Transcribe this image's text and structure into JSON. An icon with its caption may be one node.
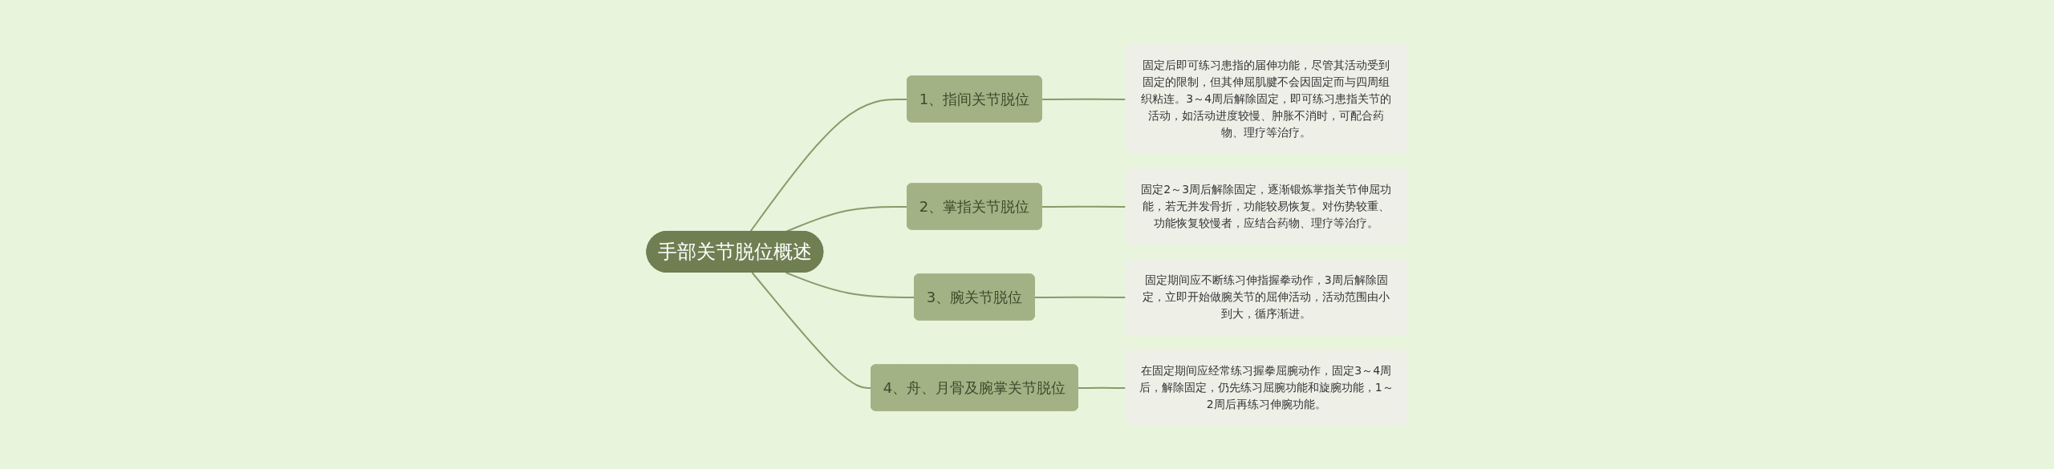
{
  "diagram": {
    "nodes": [
      {
        "text": [
          "手部关节脱位概述"
        ]
      },
      {
        "text": [
          "1、指间关节脱位"
        ]
      },
      {
        "text": [
          "固定后即可练习患指的届伸功能，尽管其活动受到固定的限制，但其伸屈肌腱不会因固定而与四周组织粘连。3～4周后解除固定，即可练习患指关节的活动，如活动进度较慢、肿胀不消时，可配合药物、理疗等治疗。"
        ]
      },
      {
        "text": [
          "2、掌指关节脱位"
        ]
      },
      {
        "text": [
          "固定2～3周后解除固定，逐渐锻炼掌指关节伸屈功能，若无并发骨折，功能较易恢复。对伤势较重、功能恢复较慢者，应结合药物、理疗等治疗。"
        ]
      },
      {
        "text": [
          "3、腕关节脱位"
        ]
      },
      {
        "text": [
          "固定期间应不断练习伸指握拳动作，3周后解除固定，立即开始做腕关节的屈伸活动，活动范围由小到大，循序渐进。"
        ]
      },
      {
        "text": [
          "4、舟、月骨及腕掌关节脱位"
        ]
      },
      {
        "text": [
          "在固定期间应经常练习握拳屈腕动作，固定3～4周后，解除固定，仍先练习屈腕功能和旋腕功能，1～2周后再练习伸腕功能。"
        ]
      }
    ],
    "edges": [
      {
        "from": 0,
        "to": 1,
        "arrow": "none"
      },
      {
        "from": 1,
        "to": 2,
        "arrow": "none"
      },
      {
        "from": 0,
        "to": 3,
        "arrow": "none"
      },
      {
        "from": 3,
        "to": 4,
        "arrow": "none"
      },
      {
        "from": 0,
        "to": 5,
        "arrow": "none"
      },
      {
        "from": 5,
        "to": 6,
        "arrow": "none"
      },
      {
        "from": 0,
        "to": 7,
        "arrow": "none"
      },
      {
        "from": 7,
        "to": 8,
        "arrow": "none"
      }
    ]
  }
}
